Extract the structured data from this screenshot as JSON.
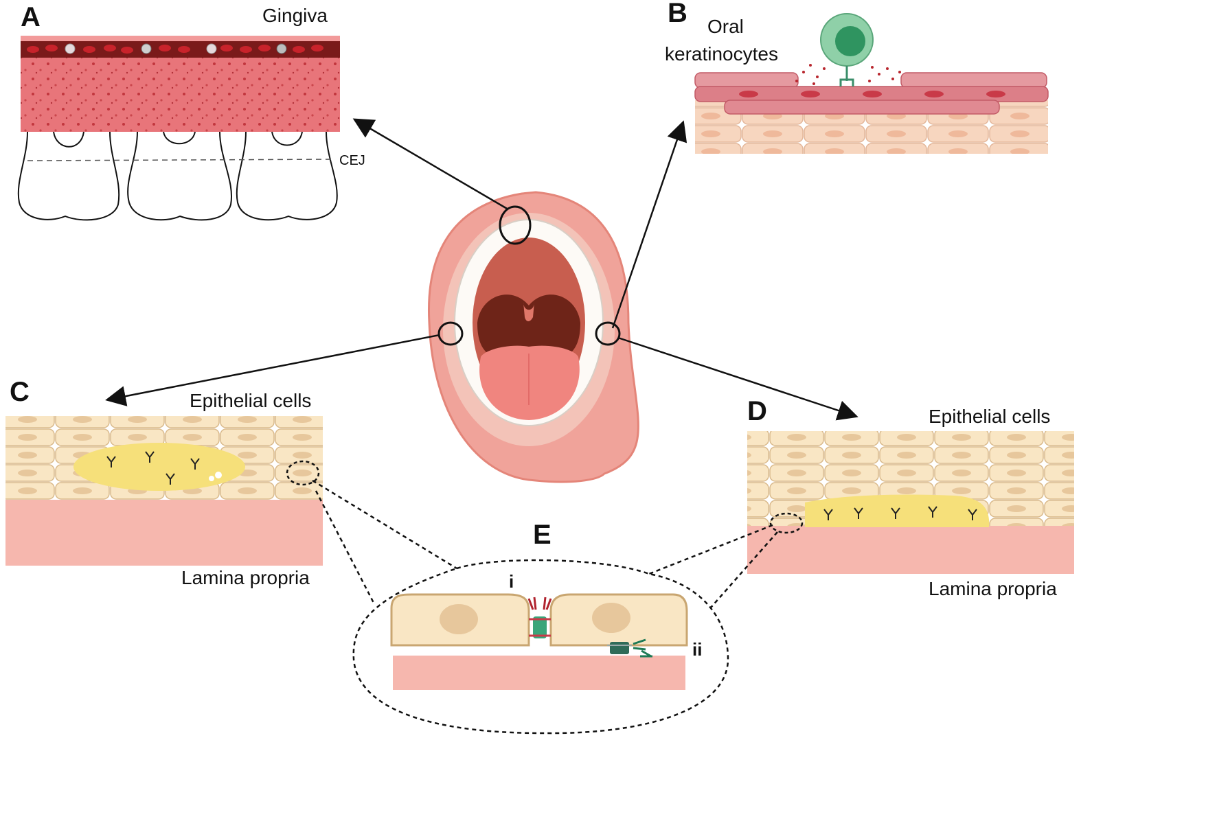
{
  "panels": {
    "a": {
      "letter": "A",
      "title": "Gingiva",
      "cej": "CEJ"
    },
    "b": {
      "letter": "B",
      "title_line1": "Oral",
      "title_line2": "keratinocytes"
    },
    "c": {
      "letter": "C",
      "top": "Epithelial cells",
      "bottom": "Lamina propria"
    },
    "d": {
      "letter": "D",
      "top": "Epithelial cells",
      "bottom": "Lamina propria"
    },
    "e": {
      "letter": "E",
      "i": "i",
      "ii": "ii"
    }
  },
  "colors": {
    "gingiva": "#e8757a",
    "vessel": "#7a1a1a",
    "epithelium_cell": "#f9e6c4",
    "epithelium_border": "#d9b98a",
    "lamina": "#f6b7ae",
    "blister": "#f6e07a",
    "keratinocyte_dark": "#e08a92",
    "keratinocyte_light": "#f7d6bf",
    "tcell": "#6cc08e",
    "mouth_lip": "#f0a39a",
    "throat": "#6e2418",
    "tongue": "#f0857f"
  }
}
